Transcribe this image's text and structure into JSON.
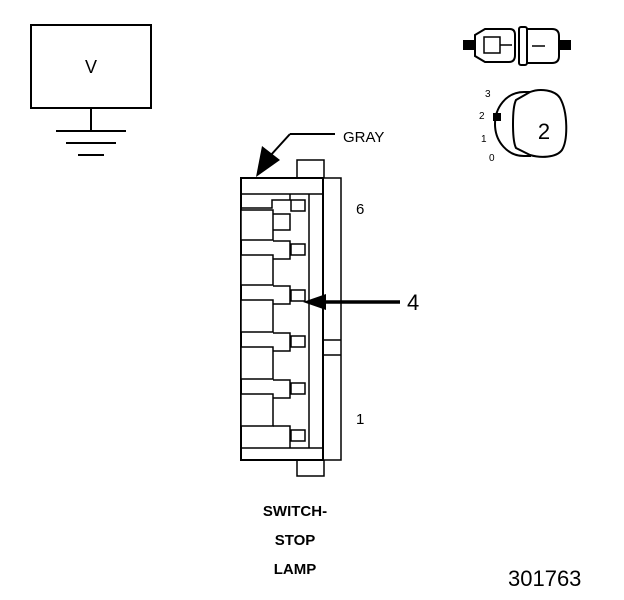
{
  "meter": {
    "label": "V"
  },
  "wire_color": "GRAY",
  "pins": {
    "top": "6",
    "bottom": "1",
    "callout": "4"
  },
  "position_view": {
    "positions": [
      "3",
      "2",
      "1",
      "0"
    ],
    "selected": "2"
  },
  "caption": {
    "line1": "SWITCH-",
    "line2": "STOP",
    "line3": "LAMP"
  },
  "figure_number": "301763"
}
